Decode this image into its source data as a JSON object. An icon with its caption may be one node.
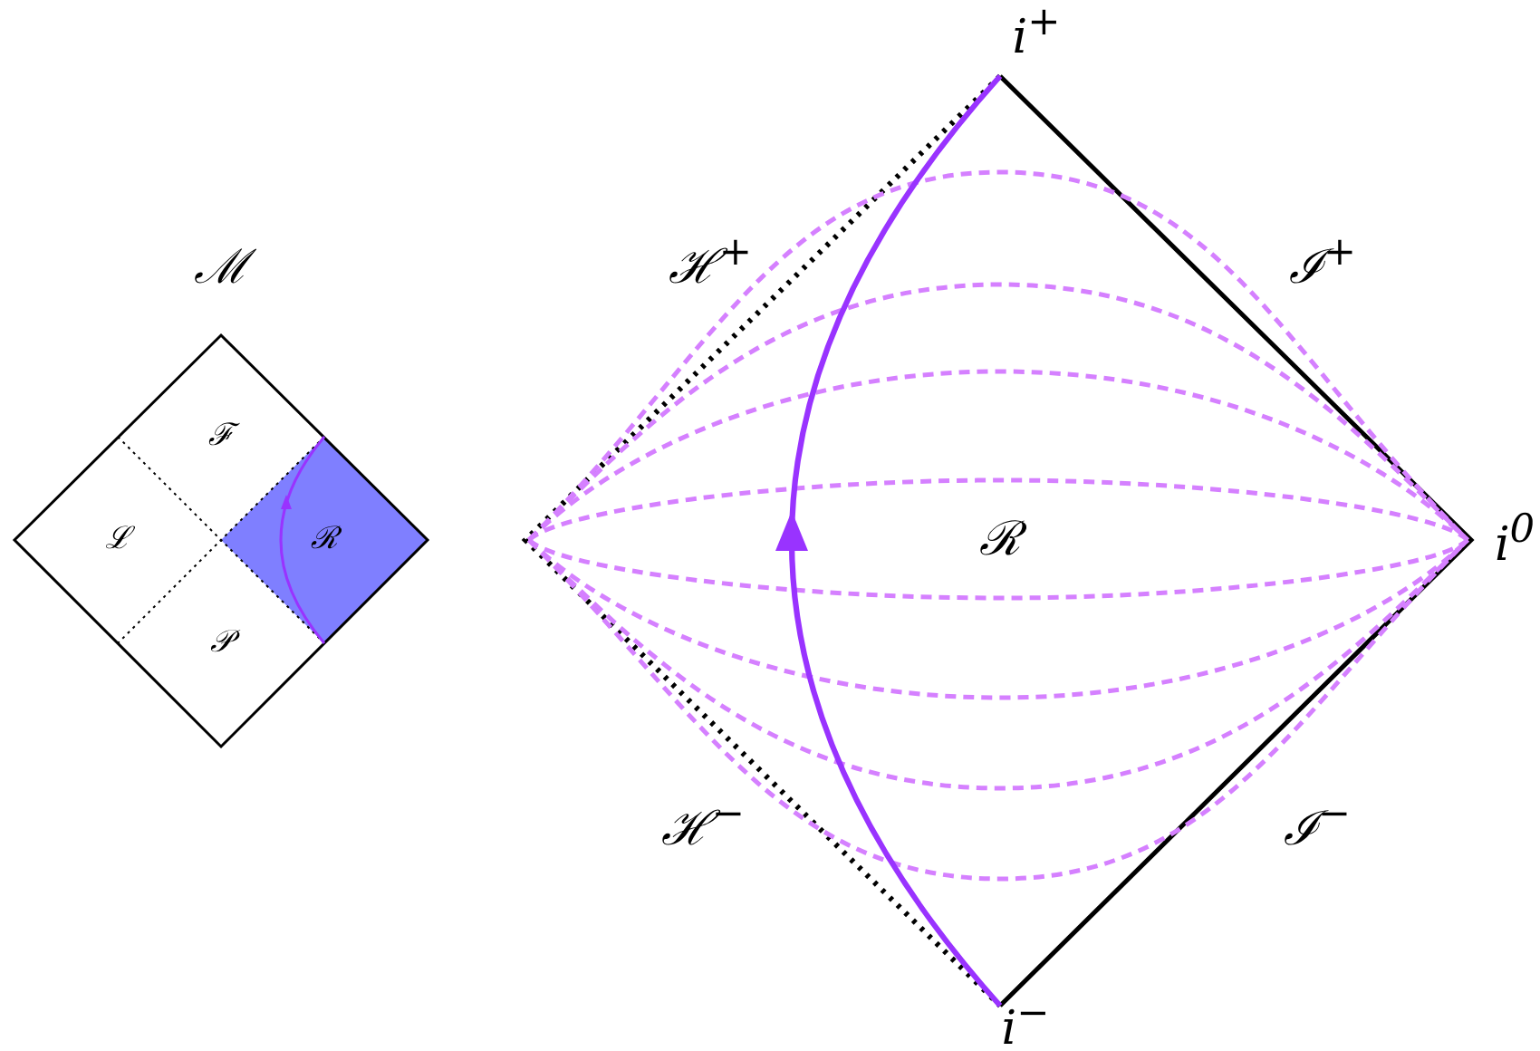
{
  "diagram": {
    "nodes": [
      {
        "text": [
          "ℳ"
        ]
      },
      {
        "text": [
          "ℱ"
        ],
        "in": 0
      },
      {
        "text": [
          "ℒ"
        ],
        "in": 0
      },
      {
        "text": [
          "ℛ"
        ],
        "in": 0
      },
      {
        "text": [
          "𝒫"
        ],
        "in": 0
      },
      {
        "text": [
          "ℛ"
        ]
      }
    ],
    "labels": [
      "i$^{+}$",
      "ℋ$^{+}$",
      "ℐ$^{+}$",
      "i$^{0}$",
      "ℋ$^{−}$",
      "ℐ$^{−}$",
      "i$^{−}$"
    ]
  }
}
